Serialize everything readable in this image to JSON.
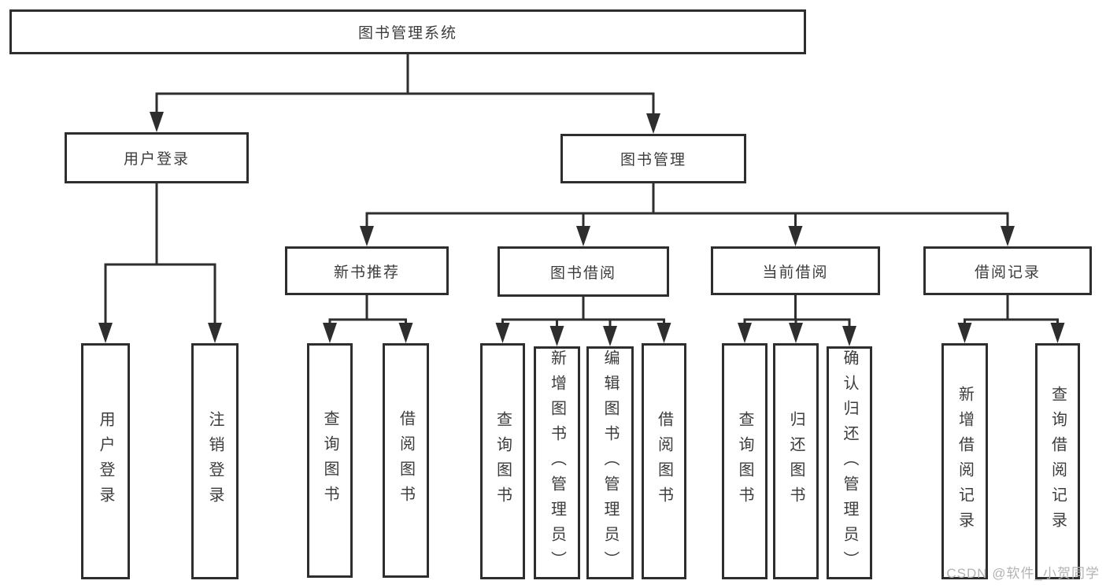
{
  "diagram": {
    "type": "tree",
    "title": "图书管理系统",
    "line_color": "#2e2e2e",
    "border_color": "#2e2e2e",
    "text_color": "#3c3c3c",
    "background": "#ffffff",
    "nodes": [
      {
        "id": "root",
        "label": "图书管理系统"
      },
      {
        "id": "user-login",
        "label": "用户登录"
      },
      {
        "id": "book-mgmt",
        "label": "图书管理"
      },
      {
        "id": "new-book-rec",
        "label": "新书推荐"
      },
      {
        "id": "book-borrow",
        "label": "图书借阅"
      },
      {
        "id": "current-borrow",
        "label": "当前借阅"
      },
      {
        "id": "borrow-records",
        "label": "借阅记录"
      },
      {
        "id": "login",
        "label": "用户登录"
      },
      {
        "id": "logout",
        "label": "注销登录"
      },
      {
        "id": "nb-query-book",
        "label": "查询图书"
      },
      {
        "id": "nb-borrow-book",
        "label": "借阅图书"
      },
      {
        "id": "bb-query-book",
        "label": "查询图书"
      },
      {
        "id": "bb-add-book",
        "label": "新增图书（管理员）"
      },
      {
        "id": "bb-edit-book",
        "label": "编辑图书（管理员）"
      },
      {
        "id": "bb-borrow-book",
        "label": "借阅图书"
      },
      {
        "id": "cb-query-book",
        "label": "查询图书"
      },
      {
        "id": "cb-return-book",
        "label": "归还图书"
      },
      {
        "id": "cb-confirm-return",
        "label": "确认归还（管理员）"
      },
      {
        "id": "br-add-record",
        "label": "新增借阅记录"
      },
      {
        "id": "br-query-record",
        "label": "查询借阅记录"
      }
    ],
    "edges": [
      {
        "from": "root",
        "to": [
          "user-login",
          "book-mgmt"
        ]
      },
      {
        "from": "user-login",
        "to": [
          "login",
          "logout"
        ]
      },
      {
        "from": "book-mgmt",
        "to": [
          "new-book-rec",
          "book-borrow",
          "current-borrow",
          "borrow-records"
        ]
      },
      {
        "from": "new-book-rec",
        "to": [
          "nb-query-book",
          "nb-borrow-book"
        ]
      },
      {
        "from": "book-borrow",
        "to": [
          "bb-query-book",
          "bb-add-book",
          "bb-edit-book",
          "bb-borrow-book"
        ]
      },
      {
        "from": "current-borrow",
        "to": [
          "cb-query-book",
          "cb-return-book",
          "cb-confirm-return"
        ]
      },
      {
        "from": "borrow-records",
        "to": [
          "br-add-record",
          "br-query-record"
        ]
      }
    ]
  },
  "watermark": {
    "text": "CSDN @软件_小贺同学",
    "color": "#b3b3b3"
  }
}
